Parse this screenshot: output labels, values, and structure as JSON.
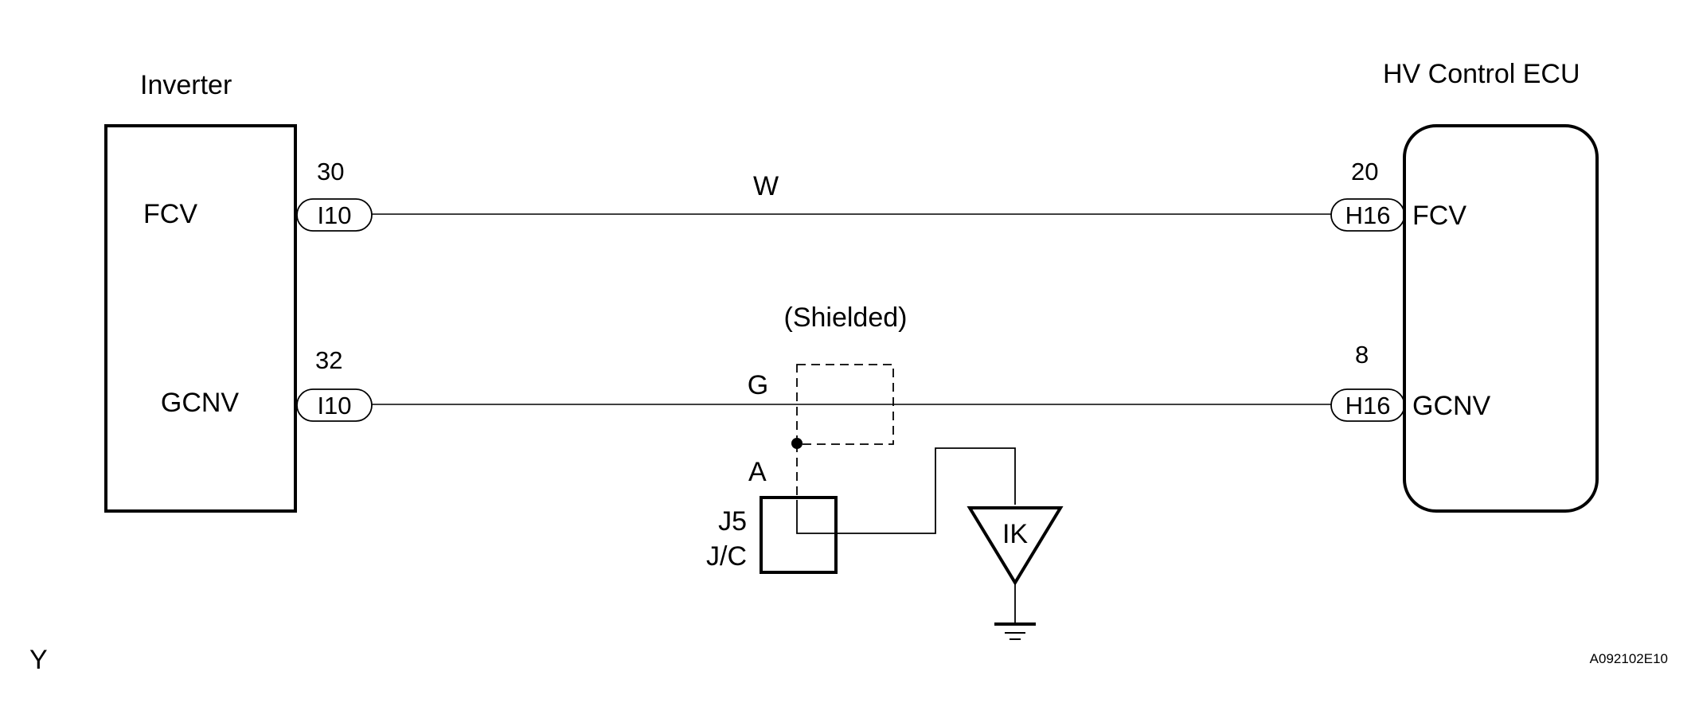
{
  "inverter": {
    "title": "Inverter",
    "terminals": [
      {
        "signal": "FCV",
        "pin": "30",
        "connector": "I10"
      },
      {
        "signal": "GCNV",
        "pin": "32",
        "connector": "I10"
      }
    ]
  },
  "ecu": {
    "title": "HV Control ECU",
    "terminals": [
      {
        "signal": "FCV",
        "pin": "20",
        "connector": "H16"
      },
      {
        "signal": "GCNV",
        "pin": "8",
        "connector": "H16"
      }
    ]
  },
  "wires": [
    {
      "color": "W"
    },
    {
      "color": "G"
    }
  ],
  "shield": {
    "label": "(Shielded)"
  },
  "junction": {
    "terminal": "A",
    "connector": "J5",
    "type": "J/C"
  },
  "ground": {
    "label": "IK"
  },
  "footer": {
    "left": "Y",
    "ref": "A092102E10"
  }
}
